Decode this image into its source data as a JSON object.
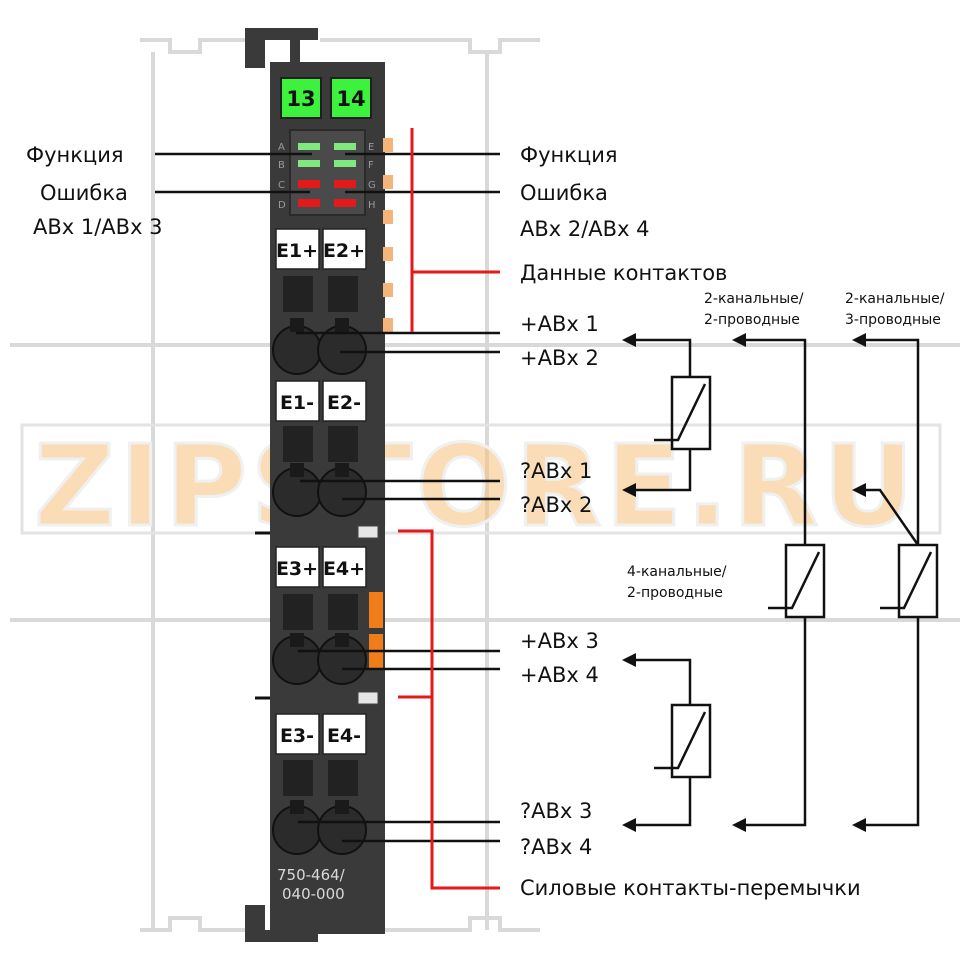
{
  "module": {
    "channel_numbers": [
      "13",
      "14"
    ],
    "led_letters_left": [
      "A",
      "B",
      "C",
      "D"
    ],
    "led_letters_right": [
      "E",
      "F",
      "G",
      "H"
    ],
    "terminals": [
      "E1+",
      "E2+",
      "E1-",
      "E2-",
      "E3+",
      "E4+",
      "E3-",
      "E4-"
    ],
    "model_line1": "750-464/",
    "model_line2": "040-000"
  },
  "labels": {
    "func_left": "Функция",
    "error_left": "Ошибка",
    "abx_left": "ABx 1/ABx 3",
    "func_right": "Функция",
    "error_right": "Ошибка",
    "abx_right": "ABx 2/ABx 4",
    "data_contacts": "Данные контактов",
    "plus_abx1": "+ABx 1",
    "plus_abx2": "+ABx 2",
    "minus_abx1": "?ABx 1",
    "minus_abx2": "?ABx 2",
    "plus_abx3": "+ABx 3",
    "plus_abx4": "+ABx 4",
    "minus_abx3": "?ABx 3",
    "minus_abx4": "?ABx 4",
    "power_contacts": "Силовые контакты-перемычки",
    "two_ch_two_wire_1": "2-канальные/",
    "two_ch_two_wire_2": "2-проводные",
    "two_ch_three_wire_1": "2-канальные/",
    "two_ch_three_wire_2": "3-проводные",
    "four_ch_two_wire_1": "4-канальные/",
    "four_ch_two_wire_2": "2-проводные"
  },
  "watermark": "ZIPSTORE.RU",
  "colors": {
    "module_body": "#3a3a3a",
    "channel_green": "#3df23d",
    "led_green": "#7fe87f",
    "led_red": "#e41a1a",
    "red_line": "#e41a1a",
    "orange_contact": "#f07d1a",
    "watermark": "#f6c07a"
  }
}
